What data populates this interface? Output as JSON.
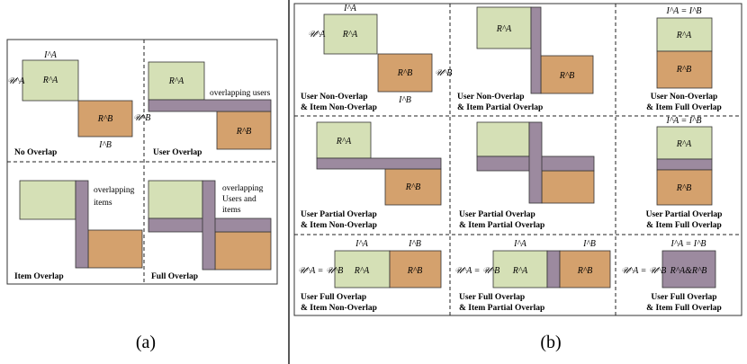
{
  "colors": {
    "green": "#D5E0B6",
    "orange": "#D4A16D",
    "purple": "#9C8A9F",
    "border": "#333333"
  },
  "labels": {
    "R_A": "R^A",
    "R_B": "R^B",
    "I_A": "I^A",
    "I_B": "I^B",
    "U_A": "𝒰^A",
    "U_B": "𝒰^B",
    "IA_eq_IB": "I^A = I^B",
    "UA_eq_UB": "𝒰^A = 𝒰^B",
    "RA_and_RB": "R^A&R^B"
  },
  "panel_a": {
    "caption": "(a)",
    "cells": {
      "no_overlap": "No Overlap",
      "user_overlap": "User Overlap",
      "item_overlap": "Item Overlap",
      "full_overlap": "Full Overlap"
    },
    "annotations": {
      "overlapping_users": "overlapping users",
      "overlapping_items_1": "overlapping",
      "overlapping_items_2": "items",
      "overlapping_both_1": "overlapping",
      "overlapping_both_2": "Users and",
      "overlapping_both_3": "items"
    }
  },
  "panel_b": {
    "caption": "(b)",
    "cells": [
      [
        "User Non-Overlap",
        "& Item Non-Overlap"
      ],
      [
        "User Non-Overlap",
        "& Item Partial Overlap"
      ],
      [
        "User Non-Overlap",
        "& Item Full Overlap"
      ],
      [
        "User Partial Overlap",
        "& Item Non-Overlap"
      ],
      [
        "User Partial Overlap",
        "& Item Partial Overlap"
      ],
      [
        "User Partial Overlap",
        "& Item Full Overlap"
      ],
      [
        "User Full Overlap",
        "& Item Non-Overlap"
      ],
      [
        "User Full Overlap",
        "& Item Partial Overlap"
      ],
      [
        "User Full Overlap",
        "& Item Full Overlap"
      ]
    ]
  }
}
